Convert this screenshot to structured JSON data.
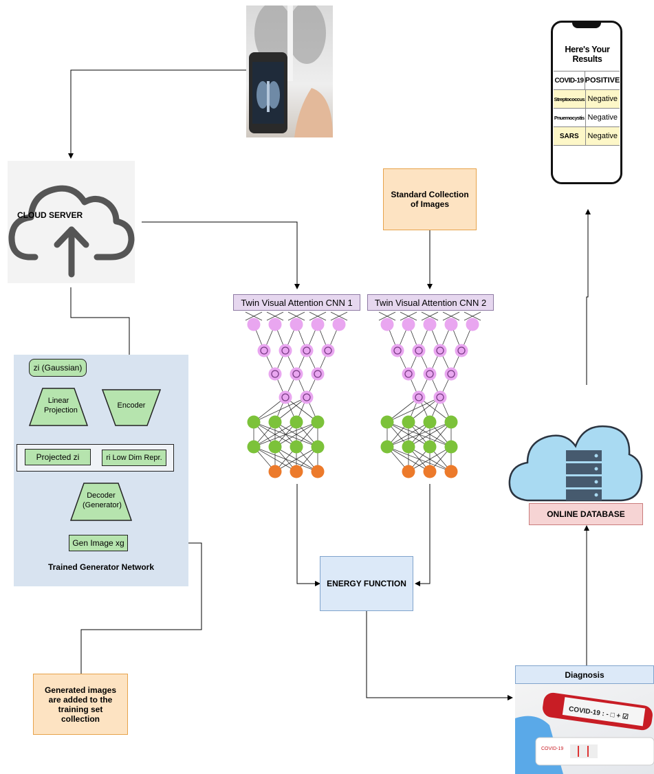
{
  "cloud_server": {
    "label": "CLOUD SERVER"
  },
  "standard_collection": {
    "label": "Standard Collection of Images"
  },
  "cnn1": {
    "label": "Twin Visual Attention CNN  1"
  },
  "cnn2": {
    "label": "Twin Visual Attention CNN  2"
  },
  "energy_function": {
    "label": "ENERGY FUNCTION"
  },
  "online_database": {
    "label": "ONLINE DATABASE"
  },
  "diagnosis": {
    "label": "Diagnosis",
    "kit_text": "COVID-19 : - □ + ☑",
    "strip_text": "COVID-19"
  },
  "generated_images": {
    "label": "Generated images are added to the training set collection"
  },
  "generator": {
    "title": "Trained Generator Network",
    "z_gaussian": "zi (Gaussian)",
    "linear_projection": "Linear Projection",
    "encoder": "Encoder",
    "projected_z": "Projected zi",
    "low_dim": "ri Low Dim Repr.",
    "decoder": "Decoder (Generator)",
    "gen_image": "Gen Image xg"
  },
  "phone": {
    "title": "Here's Your Results",
    "rows": [
      {
        "name": "COVID-19",
        "result": "POSITIVE"
      },
      {
        "name": "Streptococcus",
        "result": "Negative"
      },
      {
        "name": "Pnuemocystis",
        "result": "Negative"
      },
      {
        "name": "SARS",
        "result": "Negative"
      }
    ]
  },
  "colors": {
    "purple_node": "#e9a6f0",
    "green_node": "#7cc23a",
    "orange_node": "#ec7a2b",
    "cloud_blue": "#a9daf2",
    "db_dark": "#465a6e"
  }
}
